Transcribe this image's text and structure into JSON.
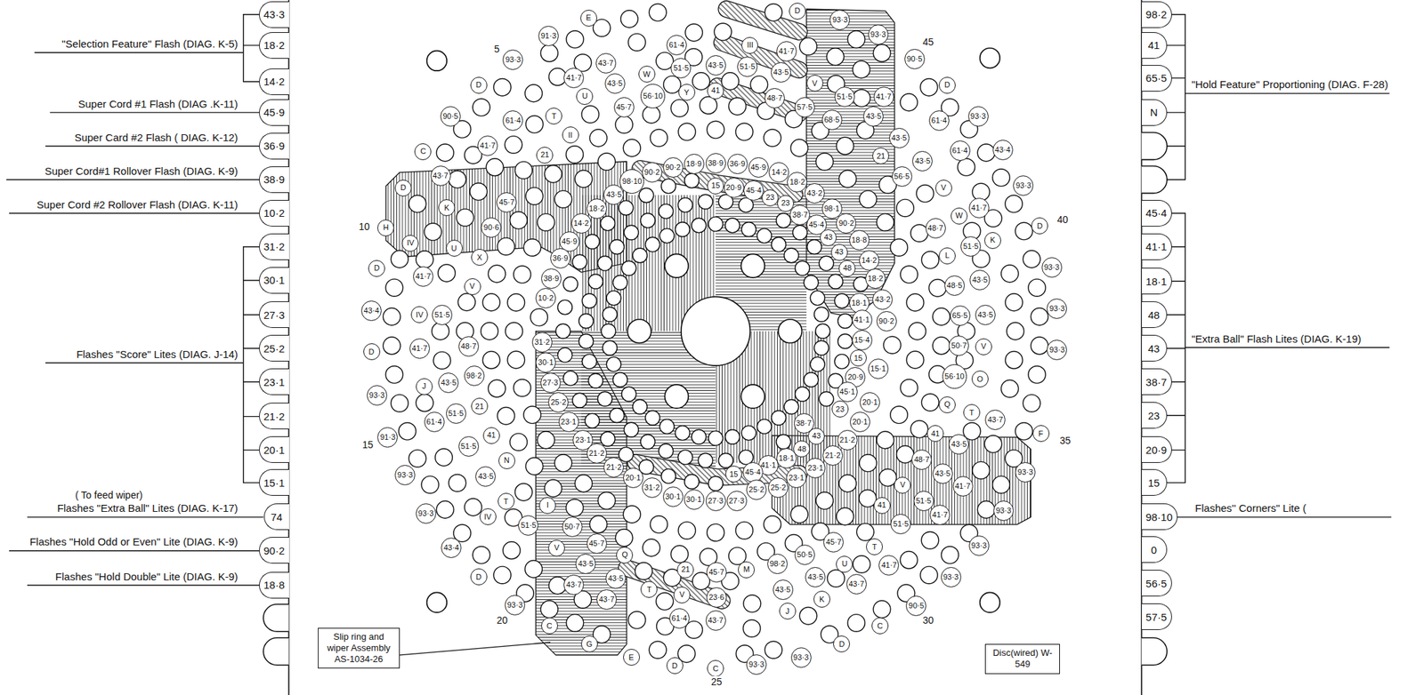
{
  "diagram": {
    "nodes": [
      {
        "text": [
          "43·3"
        ]
      },
      {
        "text": [
          "18·2"
        ]
      },
      {
        "text": [
          "14·2"
        ]
      },
      {
        "text": [
          "45·9"
        ]
      },
      {
        "text": [
          "36·9"
        ]
      },
      {
        "text": [
          "38·9"
        ]
      },
      {
        "text": [
          "10·2"
        ]
      },
      {
        "text": [
          "31·2"
        ]
      },
      {
        "text": [
          "30·1"
        ]
      },
      {
        "text": [
          "27·3"
        ]
      },
      {
        "text": [
          "25·2"
        ]
      },
      {
        "text": [
          "23·1"
        ]
      },
      {
        "text": [
          "21·2"
        ]
      },
      {
        "text": [
          "20·1"
        ]
      },
      {
        "text": [
          "15·1"
        ]
      },
      {
        "text": [
          "74"
        ]
      },
      {
        "text": [
          "90·2"
        ]
      },
      {
        "text": [
          "18·8"
        ]
      },
      {
        "text": [
          "98·2"
        ]
      },
      {
        "text": [
          "41"
        ]
      },
      {
        "text": [
          "65·5"
        ]
      },
      {
        "text": [
          "N"
        ]
      },
      {
        "text": [
          "45·4"
        ]
      },
      {
        "text": [
          "41·1"
        ]
      },
      {
        "text": [
          "18·1"
        ]
      },
      {
        "text": [
          "48"
        ]
      },
      {
        "text": [
          "43"
        ]
      },
      {
        "text": [
          "38·7"
        ]
      },
      {
        "text": [
          "23"
        ]
      },
      {
        "text": [
          "20·9"
        ]
      },
      {
        "text": [
          "15"
        ]
      },
      {
        "text": [
          "98·10"
        ]
      },
      {
        "text": [
          "0"
        ]
      },
      {
        "text": [
          "56·5"
        ]
      },
      {
        "text": [
          "57·5"
        ]
      },
      {
        "text": [
          "Slip ring and wiper Assembly AS-1034-26"
        ]
      },
      {
        "text": [
          "Disc(wired) W-549"
        ]
      },
      {
        "text": [
          "E"
        ]
      },
      {
        "text": [
          "91·3"
        ]
      },
      {
        "text": [
          "93·3"
        ]
      },
      {
        "text": [
          "43·7"
        ]
      },
      {
        "text": [
          "W"
        ]
      },
      {
        "text": [
          "61·4"
        ]
      },
      {
        "text": [
          "51·5"
        ]
      },
      {
        "text": [
          "43·5"
        ]
      },
      {
        "text": [
          "51·5"
        ]
      },
      {
        "text": [
          "43·5"
        ]
      },
      {
        "text": [
          "III"
        ]
      },
      {
        "text": [
          "41·7"
        ]
      },
      {
        "text": [
          "D"
        ]
      },
      {
        "text": [
          "93·3"
        ]
      },
      {
        "text": [
          "93·3"
        ]
      },
      {
        "text": [
          "90·5"
        ]
      },
      {
        "text": [
          "41·7"
        ]
      },
      {
        "text": [
          "43·5"
        ]
      },
      {
        "text": [
          "U"
        ]
      },
      {
        "text": [
          "56·10"
        ]
      },
      {
        "text": [
          "Y"
        ]
      },
      {
        "text": [
          "41"
        ]
      },
      {
        "text": [
          "48·7"
        ]
      },
      {
        "text": [
          "45·7"
        ]
      },
      {
        "text": [
          "57·5"
        ]
      },
      {
        "text": [
          "V"
        ]
      },
      {
        "text": [
          "51·5"
        ]
      },
      {
        "text": [
          "41·7"
        ]
      },
      {
        "text": [
          "68·5"
        ]
      },
      {
        "text": [
          "43·5"
        ]
      },
      {
        "text": [
          "43·5"
        ]
      },
      {
        "text": [
          "21"
        ]
      },
      {
        "text": [
          "56·5"
        ]
      },
      {
        "text": [
          "II"
        ]
      },
      {
        "text": [
          "T"
        ]
      },
      {
        "text": [
          "61·4"
        ]
      },
      {
        "text": [
          "90·5"
        ]
      },
      {
        "text": [
          "D"
        ]
      },
      {
        "text": [
          "41·7"
        ]
      },
      {
        "text": [
          "C"
        ]
      },
      {
        "text": [
          "21"
        ]
      },
      {
        "text": [
          "43·7"
        ]
      },
      {
        "text": [
          "90·2"
        ]
      },
      {
        "text": [
          "98·10"
        ]
      },
      {
        "text": [
          "90·2"
        ]
      },
      {
        "text": [
          "18·9"
        ]
      },
      {
        "text": [
          "38·9"
        ]
      },
      {
        "text": [
          "36·9"
        ]
      },
      {
        "text": [
          "45·9"
        ]
      },
      {
        "text": [
          "14·2"
        ]
      },
      {
        "text": [
          "18·2"
        ]
      },
      {
        "text": [
          "15"
        ]
      },
      {
        "text": [
          "20·9"
        ]
      },
      {
        "text": [
          "45·4"
        ]
      },
      {
        "text": [
          "23"
        ]
      },
      {
        "text": [
          "23"
        ]
      },
      {
        "text": [
          "43·5"
        ]
      },
      {
        "text": [
          "18·2"
        ]
      },
      {
        "text": [
          "14·2"
        ]
      },
      {
        "text": [
          "45·9"
        ]
      },
      {
        "text": [
          "36·9"
        ]
      },
      {
        "text": [
          "38·9"
        ]
      },
      {
        "text": [
          "10·2"
        ]
      },
      {
        "text": [
          "43·2"
        ]
      },
      {
        "text": [
          "38·7"
        ]
      },
      {
        "text": [
          "98·1"
        ]
      },
      {
        "text": [
          "45·4"
        ]
      },
      {
        "text": [
          "90·2"
        ]
      },
      {
        "text": [
          "43"
        ]
      },
      {
        "text": [
          "18·8"
        ]
      },
      {
        "text": [
          "43"
        ]
      },
      {
        "text": [
          "14·2"
        ]
      },
      {
        "text": [
          "48"
        ]
      },
      {
        "text": [
          "18·2"
        ]
      },
      {
        "text": [
          "18·1"
        ]
      },
      {
        "text": [
          "43·2"
        ]
      },
      {
        "text": [
          "41·1"
        ]
      },
      {
        "text": [
          "90·2"
        ]
      },
      {
        "text": [
          "15·4"
        ]
      },
      {
        "text": [
          "15"
        ]
      },
      {
        "text": [
          "15·1"
        ]
      },
      {
        "text": [
          "20·9"
        ]
      },
      {
        "text": [
          "45·1"
        ]
      },
      {
        "text": [
          "20·1"
        ]
      },
      {
        "text": [
          "23"
        ]
      },
      {
        "text": [
          "20·1"
        ]
      },
      {
        "text": [
          "38·7"
        ]
      },
      {
        "text": [
          "43"
        ]
      },
      {
        "text": [
          "21·2"
        ]
      },
      {
        "text": [
          "48"
        ]
      },
      {
        "text": [
          "21·2"
        ]
      },
      {
        "text": [
          "18·1"
        ]
      },
      {
        "text": [
          "41·1"
        ]
      },
      {
        "text": [
          "23·1"
        ]
      },
      {
        "text": [
          "45·4"
        ]
      },
      {
        "text": [
          "15"
        ]
      },
      {
        "text": [
          "23·1"
        ]
      },
      {
        "text": [
          "25·2"
        ]
      },
      {
        "text": [
          "25·2"
        ]
      },
      {
        "text": [
          "21·2"
        ]
      },
      {
        "text": [
          "20·1"
        ]
      },
      {
        "text": [
          "31·2"
        ]
      },
      {
        "text": [
          "30·1"
        ]
      },
      {
        "text": [
          "30·1"
        ]
      },
      {
        "text": [
          "27·3"
        ]
      },
      {
        "text": [
          "27·3"
        ]
      },
      {
        "text": [
          "31·2"
        ]
      },
      {
        "text": [
          "30·1"
        ]
      },
      {
        "text": [
          "27·3"
        ]
      },
      {
        "text": [
          "25·2"
        ]
      },
      {
        "text": [
          "23·1"
        ]
      },
      {
        "text": [
          "23·1"
        ]
      },
      {
        "text": [
          "21·2"
        ]
      },
      {
        "text": [
          "D"
        ]
      },
      {
        "text": [
          "45·7"
        ]
      },
      {
        "text": [
          "K"
        ]
      },
      {
        "text": [
          "90·6"
        ]
      },
      {
        "text": [
          "H"
        ]
      },
      {
        "text": [
          "IV"
        ]
      },
      {
        "text": [
          "U"
        ]
      },
      {
        "text": [
          "X"
        ]
      },
      {
        "text": [
          "D"
        ]
      },
      {
        "text": [
          "41·7"
        ]
      },
      {
        "text": [
          "V"
        ]
      },
      {
        "text": [
          "43·4"
        ]
      },
      {
        "text": [
          "IV"
        ]
      },
      {
        "text": [
          "51·5"
        ]
      },
      {
        "text": [
          "D"
        ]
      },
      {
        "text": [
          "41·7"
        ]
      },
      {
        "text": [
          "48·7"
        ]
      },
      {
        "text": [
          "93·3"
        ]
      },
      {
        "text": [
          "J"
        ]
      },
      {
        "text": [
          "43·5"
        ]
      },
      {
        "text": [
          "98·2"
        ]
      },
      {
        "text": [
          "51·5"
        ]
      },
      {
        "text": [
          "21"
        ]
      },
      {
        "text": [
          "61·4"
        ]
      },
      {
        "text": [
          "91·3"
        ]
      },
      {
        "text": [
          "51·5"
        ]
      },
      {
        "text": [
          "41"
        ]
      },
      {
        "text": [
          "93·3"
        ]
      },
      {
        "text": [
          "43·5"
        ]
      },
      {
        "text": [
          "N"
        ]
      },
      {
        "text": [
          "T"
        ]
      },
      {
        "text": [
          "93·3"
        ]
      },
      {
        "text": [
          "IV"
        ]
      },
      {
        "text": [
          "I"
        ]
      },
      {
        "text": [
          "51·5"
        ]
      },
      {
        "text": [
          "50·7"
        ]
      },
      {
        "text": [
          "V"
        ]
      },
      {
        "text": [
          "43·4"
        ]
      },
      {
        "text": [
          "D"
        ]
      },
      {
        "text": [
          "45·7"
        ]
      },
      {
        "text": [
          "Q"
        ]
      },
      {
        "text": [
          "43·5"
        ]
      },
      {
        "text": [
          "43·7"
        ]
      },
      {
        "text": [
          "43·5"
        ]
      },
      {
        "text": [
          "43·7"
        ]
      },
      {
        "text": [
          "T"
        ]
      },
      {
        "text": [
          "V"
        ]
      },
      {
        "text": [
          "23·6"
        ]
      },
      {
        "text": [
          "21"
        ]
      },
      {
        "text": [
          "45·7"
        ]
      },
      {
        "text": [
          "M"
        ]
      },
      {
        "text": [
          "98·2"
        ]
      },
      {
        "text": [
          "50·5"
        ]
      },
      {
        "text": [
          "45·7"
        ]
      },
      {
        "text": [
          "43·5"
        ]
      },
      {
        "text": [
          "43·5"
        ]
      },
      {
        "text": [
          "J"
        ]
      },
      {
        "text": [
          "K"
        ]
      },
      {
        "text": [
          "43·7"
        ]
      },
      {
        "text": [
          "U"
        ]
      },
      {
        "text": [
          "T"
        ]
      },
      {
        "text": [
          "41·7"
        ]
      },
      {
        "text": [
          "93·3"
        ]
      },
      {
        "text": [
          "90·5"
        ]
      },
      {
        "text": [
          "C"
        ]
      },
      {
        "text": [
          "D"
        ]
      },
      {
        "text": [
          "93·3"
        ]
      },
      {
        "text": [
          "93·3"
        ]
      },
      {
        "text": [
          "C"
        ]
      },
      {
        "text": [
          "D"
        ]
      },
      {
        "text": [
          "E"
        ]
      },
      {
        "text": [
          "G"
        ]
      },
      {
        "text": [
          "C"
        ]
      },
      {
        "text": [
          "93·3"
        ]
      },
      {
        "text": [
          "61·4"
        ]
      },
      {
        "text": [
          "43·7"
        ]
      },
      {
        "text": [
          "61·4"
        ]
      },
      {
        "text": [
          "D"
        ]
      },
      {
        "text": [
          "93·3"
        ]
      },
      {
        "text": [
          "43·5"
        ]
      },
      {
        "text": [
          "61·4"
        ]
      },
      {
        "text": [
          "43·4"
        ]
      },
      {
        "text": [
          "V"
        ]
      },
      {
        "text": [
          "93·3"
        ]
      },
      {
        "text": [
          "W"
        ]
      },
      {
        "text": [
          "48·7"
        ]
      },
      {
        "text": [
          "41·7"
        ]
      },
      {
        "text": [
          "K"
        ]
      },
      {
        "text": [
          "D"
        ]
      },
      {
        "text": [
          "L"
        ]
      },
      {
        "text": [
          "51·5"
        ]
      },
      {
        "text": [
          "93·3"
        ]
      },
      {
        "text": [
          "48·5"
        ]
      },
      {
        "text": [
          "43·5"
        ]
      },
      {
        "text": [
          "65·5"
        ]
      },
      {
        "text": [
          "43·5"
        ]
      },
      {
        "text": [
          "93·3"
        ]
      },
      {
        "text": [
          "50·7"
        ]
      },
      {
        "text": [
          "V"
        ]
      },
      {
        "text": [
          "93·3"
        ]
      },
      {
        "text": [
          "56·10"
        ]
      },
      {
        "text": [
          "O"
        ]
      },
      {
        "text": [
          "Q"
        ]
      },
      {
        "text": [
          "T"
        ]
      },
      {
        "text": [
          "43·7"
        ]
      },
      {
        "text": [
          "F"
        ]
      },
      {
        "text": [
          "41"
        ]
      },
      {
        "text": [
          "43·5"
        ]
      },
      {
        "text": [
          "48·7"
        ]
      },
      {
        "text": [
          "43·5"
        ]
      },
      {
        "text": [
          "41·7"
        ]
      },
      {
        "text": [
          "93·3"
        ]
      },
      {
        "text": [
          "V"
        ]
      },
      {
        "text": [
          "51·5"
        ]
      },
      {
        "text": [
          "41·7"
        ]
      },
      {
        "text": [
          "93·3"
        ]
      },
      {
        "text": [
          "41"
        ]
      },
      {
        "text": [
          "51·5"
        ]
      },
      {
        "text": [
          "93·3"
        ]
      }
    ],
    "labels": [
      "\"Selection Feature\" Flash (DIAG. K-5)",
      "Super Cord #1 Flash (DIAG .K-11)",
      "Super Card #2 Flash ( DIAG.  K-12)",
      "Super Cord#1 Rollover Flash (DIAG.  K-9)",
      "Super Cord #2 Rollover Flash (DIAG. K-11)",
      "Flashes \"Score\" Lites (DIAG. J-14)",
      "( To feed wiper)",
      "Flashes \"Extra Ball\" Lites (DIAG. K-17)",
      "Flashes \"Hold Odd or Even\" Lite (DIAG. K-9)",
      "Flashes \"Hold Double\" Lite (DIAG. K-9)",
      "\"Hold Feature\" Proportioning (DIAG. F-28)",
      "\"Extra Ball\" Flash Lites (DIAG. K-19)",
      "Flashes'' Corners\" Lite (",
      "5",
      "10",
      "15",
      "20",
      "25",
      "30",
      "35",
      "40",
      "45"
    ]
  }
}
